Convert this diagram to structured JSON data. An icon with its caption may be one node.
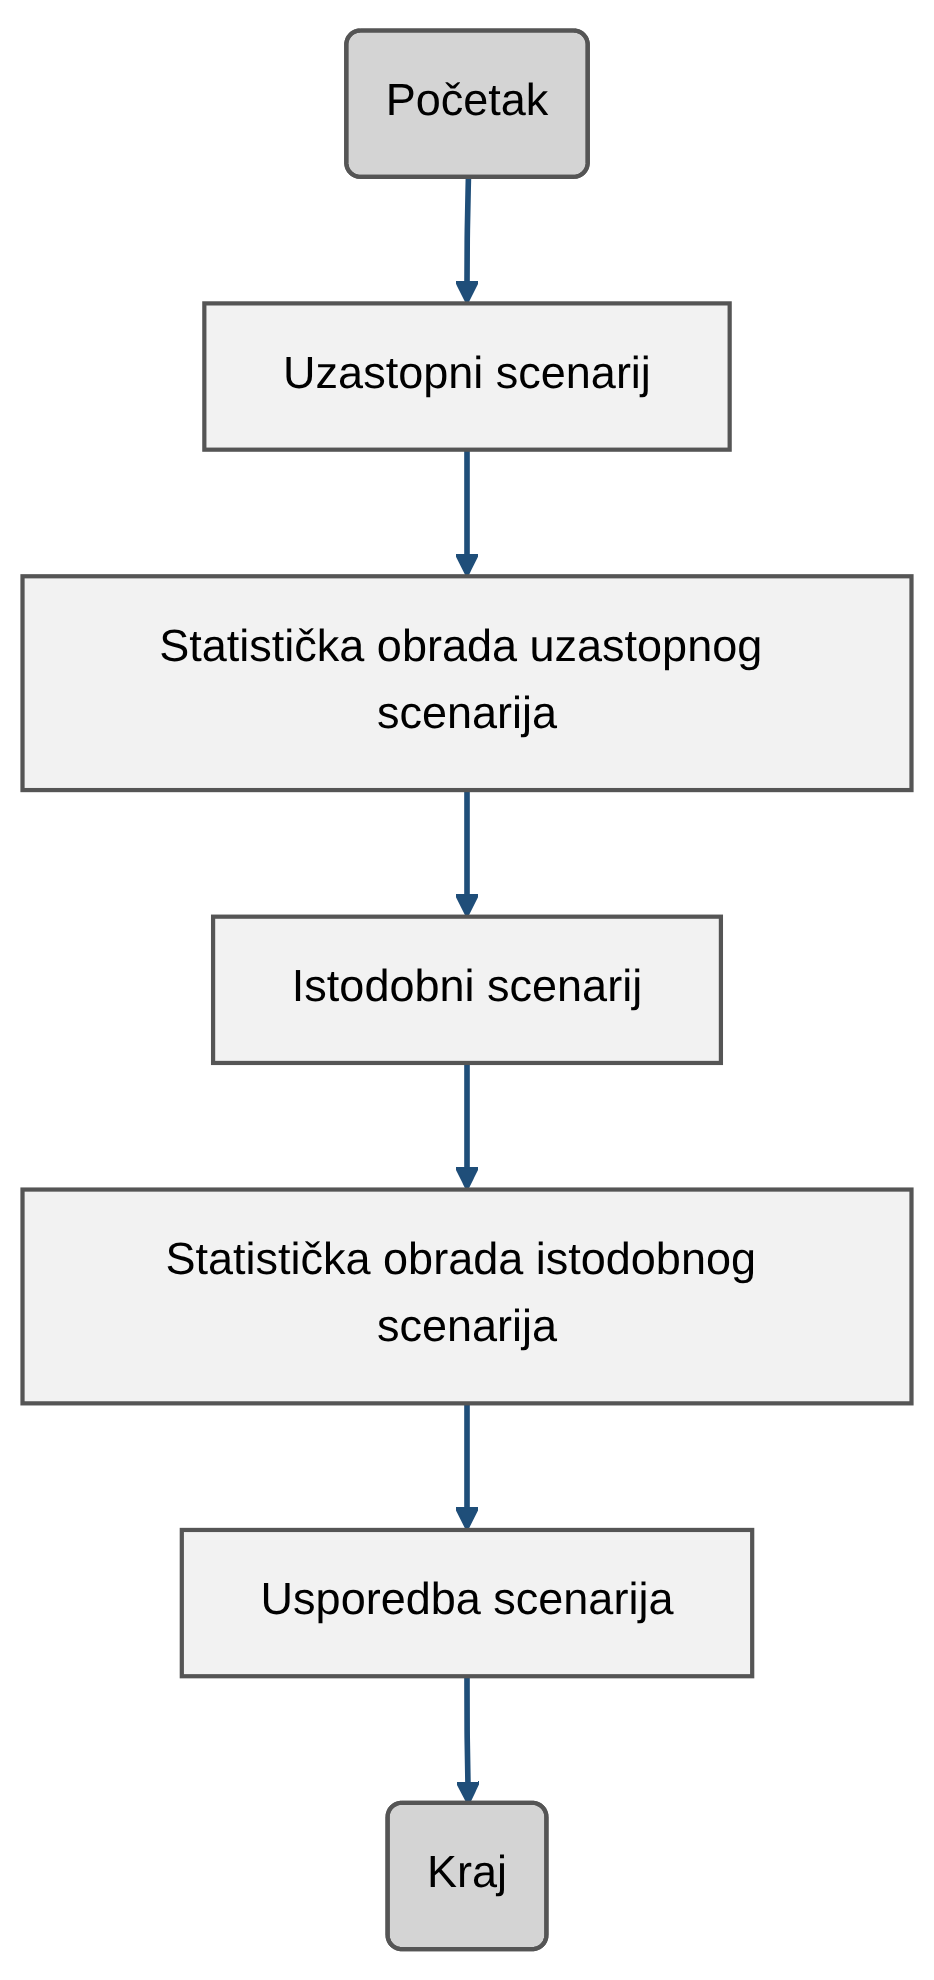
{
  "diagram": {
    "nodes": [
      {
        "text": [
          "Početak"
        ]
      },
      {
        "text": [
          "Uzastopni scenarij"
        ]
      },
      {
        "text": [
          "Statistička obrada uzastopnog scenarija"
        ]
      },
      {
        "text": [
          "Istodobni scenarij"
        ]
      },
      {
        "text": [
          "Statistička obrada istodobnog scenarija"
        ]
      },
      {
        "text": [
          "Usporedba scenarija"
        ]
      },
      {
        "text": [
          "Kraj"
        ]
      }
    ],
    "edges": [
      {
        "from": 0,
        "to": 1,
        "arrow": "to"
      },
      {
        "from": 1,
        "to": 2,
        "arrow": "to"
      },
      {
        "from": 2,
        "to": 3,
        "arrow": "to"
      },
      {
        "from": 3,
        "to": 4,
        "arrow": "to"
      },
      {
        "from": 4,
        "to": 5,
        "arrow": "to"
      },
      {
        "from": 5,
        "to": 6,
        "arrow": "to"
      }
    ]
  }
}
